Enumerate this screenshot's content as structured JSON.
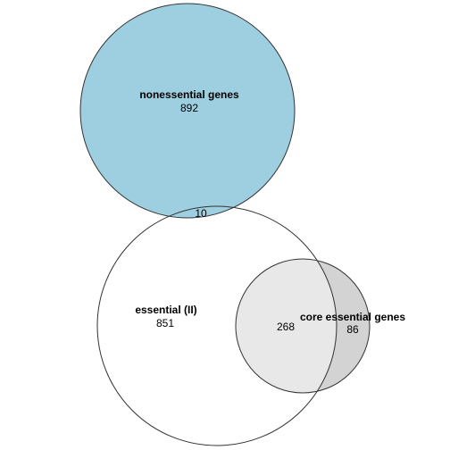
{
  "diagram": {
    "type": "venn",
    "sets": [
      {
        "name": "nonessential genes",
        "fill": "#9ECFE0"
      },
      {
        "name": "essential (II)",
        "fill": "#FFFFFF"
      },
      {
        "name": "core essential genes",
        "fill": "#D3D3D3"
      }
    ],
    "regions": {
      "nonessential_only": "892",
      "nonessential_and_essential": "10",
      "essential_only": "851",
      "essential_and_core": "268",
      "core_only": "86"
    },
    "colors": {
      "outline": "#333333",
      "overlap_essential_core": "#E8E8E8"
    }
  }
}
